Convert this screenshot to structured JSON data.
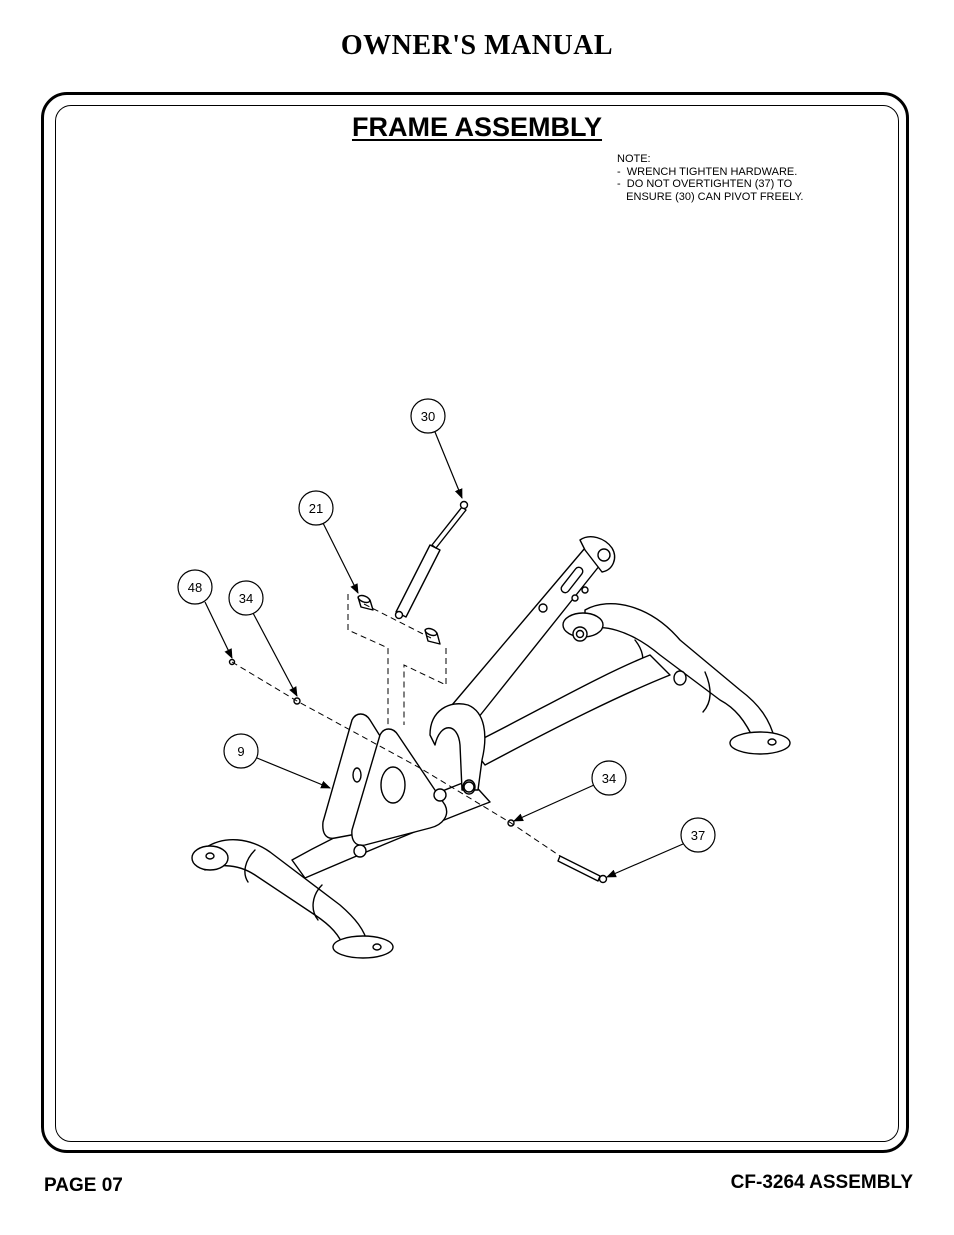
{
  "header": {
    "title": "OWNER'S MANUAL"
  },
  "section": {
    "title": "FRAME ASSEMBLY"
  },
  "note": {
    "lines": [
      "NOTE:",
      "-  WRENCH TIGHTEN HARDWARE.",
      "-  DO NOT OVERTIGHTEN (37) TO",
      "   ENSURE (30) CAN PIVOT FREELY."
    ]
  },
  "callouts": {
    "part_30": "30",
    "part_21": "21",
    "part_48": "48",
    "part_34_left": "34",
    "part_9": "9",
    "part_34_right": "34",
    "part_37": "37"
  },
  "footer": {
    "page": "PAGE 07",
    "model": "CF-3264 ASSEMBLY"
  }
}
